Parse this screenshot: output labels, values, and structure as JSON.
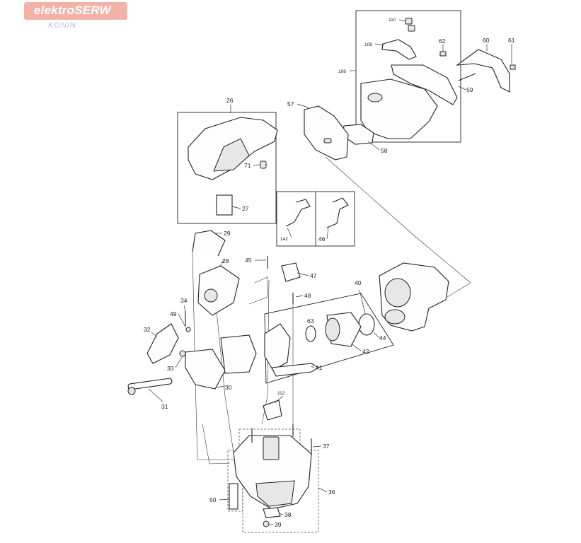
{
  "logo": {
    "title": "elektroSERW",
    "subtitle": "KONIN"
  },
  "labels": {
    "p110": "110",
    "p109": "109",
    "p108": "108",
    "p62": "62",
    "p60": "60",
    "p61": "61",
    "p59": "59",
    "p57": "57",
    "p58": "58",
    "p26": "26",
    "p71": "71",
    "p27": "27",
    "p29": "29",
    "p142": "142",
    "p46": "46",
    "p45": "45",
    "p47": "47",
    "p28": "28",
    "p48": "48",
    "p40": "40",
    "p34": "34",
    "p49": "49",
    "p63": "63",
    "p44": "44",
    "p42": "42",
    "p32": "32",
    "p41": "41",
    "p33": "33",
    "p30": "30",
    "p112": "112",
    "p31": "31",
    "p37": "37",
    "p36": "36",
    "p50": "50",
    "p38": "38",
    "p39": "39"
  }
}
